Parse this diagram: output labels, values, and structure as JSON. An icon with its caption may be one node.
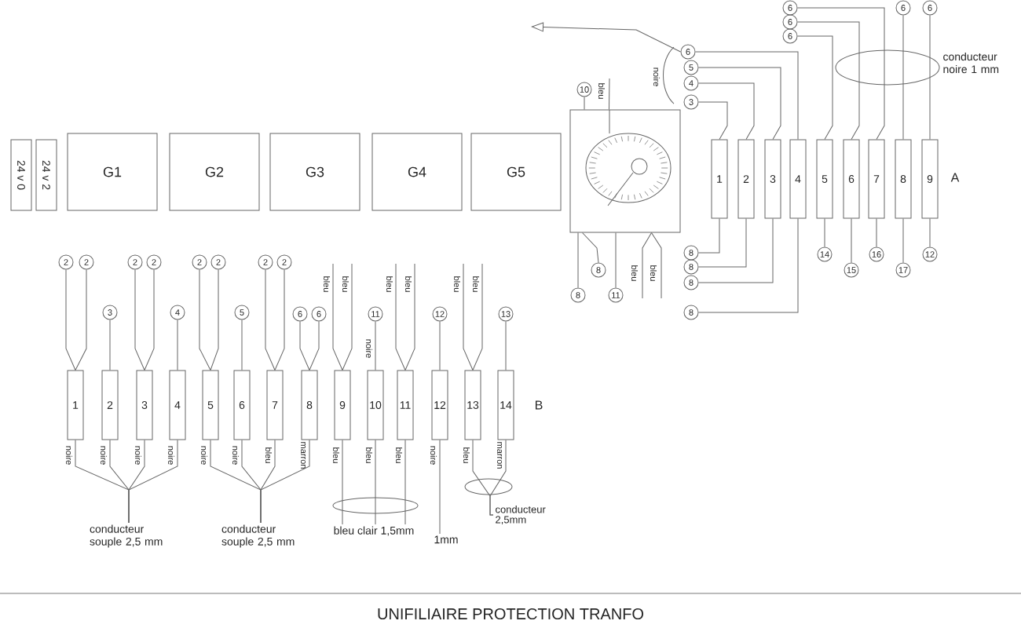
{
  "diagram": {
    "caption": "UNIFILIAIRE PROTECTION TRANFO",
    "nodes": [
      {
        "text": [
          "24 v 0"
        ]
      },
      {
        "text": [
          "24 v 2"
        ]
      },
      {
        "text": [
          "G1"
        ]
      },
      {
        "text": [
          "G2"
        ]
      },
      {
        "text": [
          "G3"
        ]
      },
      {
        "text": [
          "G4"
        ]
      },
      {
        "text": [
          "G5"
        ]
      },
      {
        "text": [],
        "shape": "box"
      },
      {
        "text": [
          "10"
        ]
      },
      {
        "text": [
          "8"
        ]
      },
      {
        "text": [
          "8"
        ]
      },
      {
        "text": [
          "11"
        ]
      },
      {
        "text": [
          "1"
        ]
      },
      {
        "text": [
          "2"
        ]
      },
      {
        "text": [
          "3"
        ]
      },
      {
        "text": [
          "4"
        ]
      },
      {
        "text": [
          "5"
        ]
      },
      {
        "text": [
          "6"
        ]
      },
      {
        "text": [
          "7"
        ]
      },
      {
        "text": [
          "8"
        ]
      },
      {
        "text": [
          "9"
        ]
      },
      {
        "text": [
          "6"
        ]
      },
      {
        "text": [
          "5"
        ]
      },
      {
        "text": [
          "4"
        ]
      },
      {
        "text": [
          "3"
        ]
      },
      {
        "text": [
          "6"
        ]
      },
      {
        "text": [
          "6"
        ]
      },
      {
        "text": [
          "6"
        ]
      },
      {
        "text": [
          "6"
        ]
      },
      {
        "text": [
          "6"
        ]
      },
      {
        "text": [
          "8"
        ]
      },
      {
        "text": [
          "8"
        ]
      },
      {
        "text": [
          "8"
        ]
      },
      {
        "text": [
          "8"
        ]
      },
      {
        "text": [
          "14"
        ]
      },
      {
        "text": [
          "15"
        ]
      },
      {
        "text": [
          "16"
        ]
      },
      {
        "text": [
          "17"
        ]
      },
      {
        "text": [
          "12"
        ]
      },
      {
        "text": [
          "1"
        ]
      },
      {
        "text": [
          "2"
        ]
      },
      {
        "text": [
          "3"
        ]
      },
      {
        "text": [
          "4"
        ]
      },
      {
        "text": [
          "5"
        ]
      },
      {
        "text": [
          "6"
        ]
      },
      {
        "text": [
          "7"
        ]
      },
      {
        "text": [
          "8"
        ]
      },
      {
        "text": [
          "9"
        ]
      },
      {
        "text": [
          "10"
        ]
      },
      {
        "text": [
          "11"
        ]
      },
      {
        "text": [
          "12"
        ]
      },
      {
        "text": [
          "13"
        ]
      },
      {
        "text": [
          "14"
        ]
      },
      {
        "text": [
          "2"
        ]
      },
      {
        "text": [
          "2"
        ]
      },
      {
        "text": [
          "3"
        ]
      },
      {
        "text": [
          "2"
        ]
      },
      {
        "text": [
          "2"
        ]
      },
      {
        "text": [
          "4"
        ]
      },
      {
        "text": [
          "2"
        ]
      },
      {
        "text": [
          "2"
        ]
      },
      {
        "text": [
          "5"
        ]
      },
      {
        "text": [
          "2"
        ]
      },
      {
        "text": [
          "2"
        ]
      },
      {
        "text": [
          "6"
        ]
      },
      {
        "text": [
          "6"
        ]
      },
      {
        "text": [
          "11"
        ]
      },
      {
        "text": [
          "12"
        ]
      },
      {
        "text": [
          "13"
        ]
      },
      {
        "text": [
          "conducteur souple 2,5 mm"
        ]
      },
      {
        "text": [
          "conducteur souple 2,5 mm"
        ]
      },
      {
        "text": [
          "bleu clair 1,5mm"
        ]
      },
      {
        "text": [
          "1mm"
        ]
      },
      {
        "text": [
          "conducteur 2,5mm"
        ]
      }
    ],
    "edges": [
      {
        "from": 7,
        "to": 8,
        "arrow": "none"
      },
      {
        "from": 7,
        "to": null,
        "arrow": "none",
        "label": "bleu"
      },
      {
        "from": 7,
        "to": 9,
        "arrow": "none"
      },
      {
        "from": 7,
        "to": 10,
        "arrow": "none"
      },
      {
        "from": 7,
        "to": 11,
        "arrow": "none"
      },
      {
        "from": 7,
        "to": null,
        "arrow": "none",
        "label": "bleu"
      },
      {
        "from": 7,
        "to": null,
        "arrow": "none",
        "label": "bleu"
      },
      {
        "from": 21,
        "to": null,
        "arrow": "to"
      },
      {
        "from": 21,
        "to": 15,
        "arrow": "none"
      },
      {
        "from": 22,
        "to": 14,
        "arrow": "none"
      },
      {
        "from": 23,
        "to": 13,
        "arrow": "none"
      },
      {
        "from": 24,
        "to": 12,
        "arrow": "none"
      },
      {
        "from": 25,
        "to": 18,
        "arrow": "none"
      },
      {
        "from": 26,
        "to": 17,
        "arrow": "none"
      },
      {
        "from": 27,
        "to": 16,
        "arrow": "none"
      },
      {
        "from": 28,
        "to": 19,
        "arrow": "none"
      },
      {
        "from": 29,
        "to": 20,
        "arrow": "none"
      },
      {
        "from": 12,
        "to": 30,
        "arrow": "none"
      },
      {
        "from": 13,
        "to": 31,
        "arrow": "none"
      },
      {
        "from": 14,
        "to": 32,
        "arrow": "none"
      },
      {
        "from": 15,
        "to": 33,
        "arrow": "none"
      },
      {
        "from": 16,
        "to": 34,
        "arrow": "none"
      },
      {
        "from": 17,
        "to": 35,
        "arrow": "none"
      },
      {
        "from": 18,
        "to": 36,
        "arrow": "none"
      },
      {
        "from": 19,
        "to": 37,
        "arrow": "none"
      },
      {
        "from": 20,
        "to": 38,
        "arrow": "none"
      },
      {
        "from": 53,
        "to": 39,
        "arrow": "none"
      },
      {
        "from": 54,
        "to": 39,
        "arrow": "none"
      },
      {
        "from": 55,
        "to": 40,
        "arrow": "none"
      },
      {
        "from": 56,
        "to": 41,
        "arrow": "none"
      },
      {
        "from": 57,
        "to": 41,
        "arrow": "none"
      },
      {
        "from": 58,
        "to": 42,
        "arrow": "none"
      },
      {
        "from": 59,
        "to": 43,
        "arrow": "none"
      },
      {
        "from": 60,
        "to": 43,
        "arrow": "none"
      },
      {
        "from": 61,
        "to": 44,
        "arrow": "none"
      },
      {
        "from": 62,
        "to": 45,
        "arrow": "none"
      },
      {
        "from": 63,
        "to": 45,
        "arrow": "none"
      },
      {
        "from": 64,
        "to": 46,
        "arrow": "none"
      },
      {
        "from": 65,
        "to": 46,
        "arrow": "none"
      },
      {
        "from": null,
        "to": 47,
        "arrow": "none",
        "label": "bleu"
      },
      {
        "from": null,
        "to": 47,
        "arrow": "none",
        "label": "bleu"
      },
      {
        "from": 66,
        "to": 48,
        "arrow": "none",
        "label": "noire"
      },
      {
        "from": null,
        "to": 49,
        "arrow": "none",
        "label": "bleu"
      },
      {
        "from": null,
        "to": 49,
        "arrow": "none",
        "label": "bleu"
      },
      {
        "from": 67,
        "to": 50,
        "arrow": "none"
      },
      {
        "from": null,
        "to": 51,
        "arrow": "none",
        "label": "bleu"
      },
      {
        "from": null,
        "to": 51,
        "arrow": "none",
        "label": "bleu"
      },
      {
        "from": 68,
        "to": 52,
        "arrow": "none"
      },
      {
        "from": 39,
        "to": 69,
        "arrow": "none",
        "label": "noire"
      },
      {
        "from": 40,
        "to": 69,
        "arrow": "none",
        "label": "noire"
      },
      {
        "from": 41,
        "to": 69,
        "arrow": "none",
        "label": "noire"
      },
      {
        "from": 42,
        "to": 69,
        "arrow": "none",
        "label": "noire"
      },
      {
        "from": 43,
        "to": 70,
        "arrow": "none",
        "label": "noire"
      },
      {
        "from": 44,
        "to": 70,
        "arrow": "none",
        "label": "noire"
      },
      {
        "from": 45,
        "to": 70,
        "arrow": "none",
        "label": "bleu"
      },
      {
        "from": 46,
        "to": 70,
        "arrow": "none",
        "label": "marron"
      },
      {
        "from": 47,
        "to": 71,
        "arrow": "none",
        "label": "bleu"
      },
      {
        "from": 48,
        "to": 71,
        "arrow": "none",
        "label": "bleu"
      },
      {
        "from": 49,
        "to": 71,
        "arrow": "none",
        "label": "bleu"
      },
      {
        "from": 50,
        "to": 72,
        "arrow": "none",
        "label": "noire"
      },
      {
        "from": 51,
        "to": 73,
        "arrow": "none",
        "label": "bleu"
      },
      {
        "from": 52,
        "to": 73,
        "arrow": "none",
        "label": "marron"
      }
    ],
    "labels": [
      "noire",
      "A",
      "B",
      "conducteur noire 1 mm"
    ]
  }
}
